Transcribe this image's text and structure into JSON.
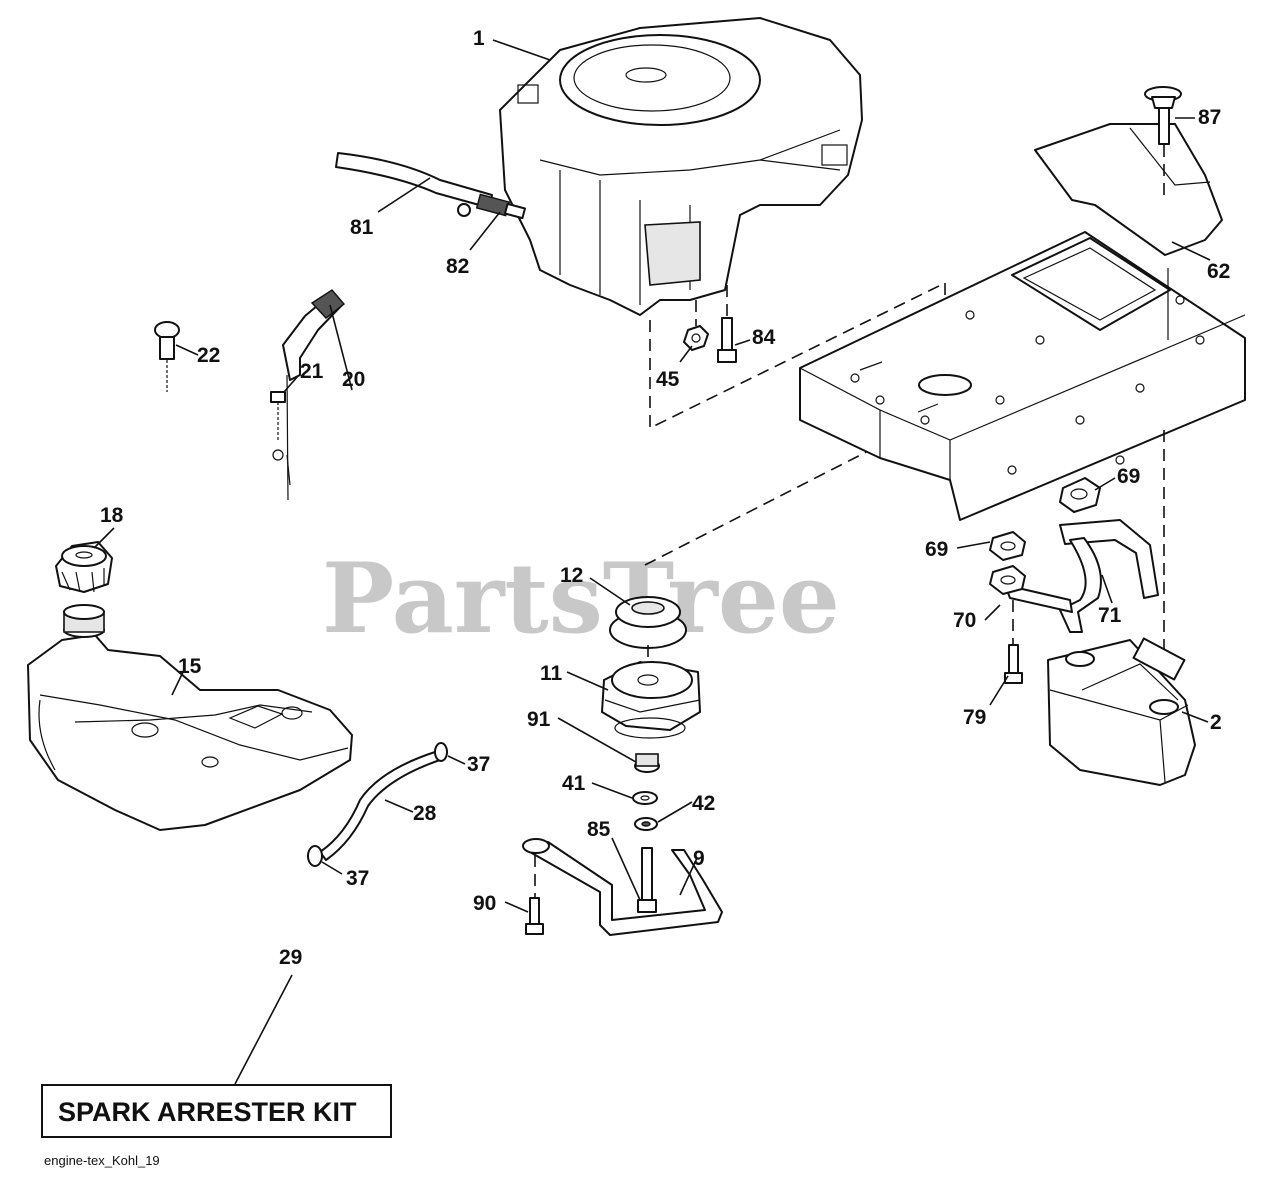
{
  "watermark": "PartsTree",
  "kit_label": "SPARK ARRESTER KIT",
  "file_name": "engine-tex_Kohl_19",
  "callouts": {
    "c1": "1",
    "c2": "2",
    "c9": "9",
    "c11": "11",
    "c12": "12",
    "c15": "15",
    "c18": "18",
    "c20": "20",
    "c21": "21",
    "c22": "22",
    "c28": "28",
    "c29": "29",
    "c37a": "37",
    "c37b": "37",
    "c41": "41",
    "c42": "42",
    "c45": "45",
    "c62": "62",
    "c69a": "69",
    "c69b": "69",
    "c70": "70",
    "c71": "71",
    "c79": "79",
    "c81": "81",
    "c82": "82",
    "c84": "84",
    "c85": "85",
    "c87": "87",
    "c90": "90",
    "c91": "91"
  }
}
